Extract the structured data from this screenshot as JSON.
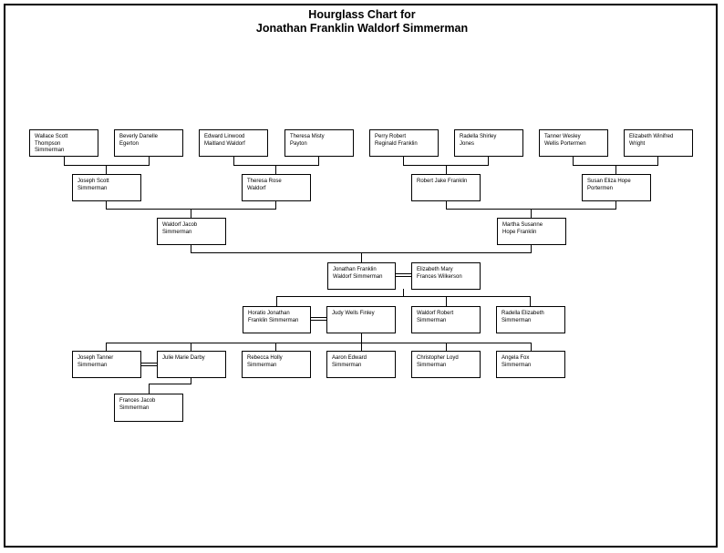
{
  "title": {
    "line1": "Hourglass Chart for",
    "line2": "Jonathan Franklin Waldorf Simmerman"
  },
  "people": {
    "ggp1": "Wallace Scott\nThompson\nSimmerman",
    "ggp2": "Beverly Danelle\nEgerton",
    "ggp3": "Edward Linwood\nMaitland Waldorf",
    "ggp4": "Theresa Misty\nPayton",
    "ggp5": "Perry Robert\nReginald Franklin",
    "ggp6": "Radella Shirley\nJones",
    "ggp7": "Tanner Wesley\nWellis Portermen",
    "ggp8": "Elizabeth Winifred\nWright",
    "gp1": "Joseph Scott\nSimmerman",
    "gp2": "Theresa Rose\nWaldorf",
    "gp3": "Robert Jake Franklin",
    "gp4": "Susan Eliza Hope\nPortermen",
    "p1": "Waldorf Jacob\nSimmerman",
    "p2": "Martha Susanne\nHope Franklin",
    "root": "Jonathan Franklin\nWaldorf Simmerman",
    "spouse": "Elizabeth Mary\nFrances Wilkerson",
    "c1": "Horatio Jonathan\nFranklin Simmerman",
    "c1s": "Judy Wells Finley",
    "c2": "Waldorf Robert\nSimmerman",
    "c3": "Radella Elizabeth\nSimmerman",
    "gc1": "Joseph Tanner\nSimmerman",
    "gc1s": "Julie Marie Darby",
    "gc2": "Rebecca Holly\nSimmerman",
    "gc3": "Aaron Edward\nSimmerman",
    "gc4": "Christopher Loyd\nSimmerman",
    "gc5": "Angela Fox\nSimmerman",
    "ggc1": "Frances Jacob\nSimmerman"
  }
}
